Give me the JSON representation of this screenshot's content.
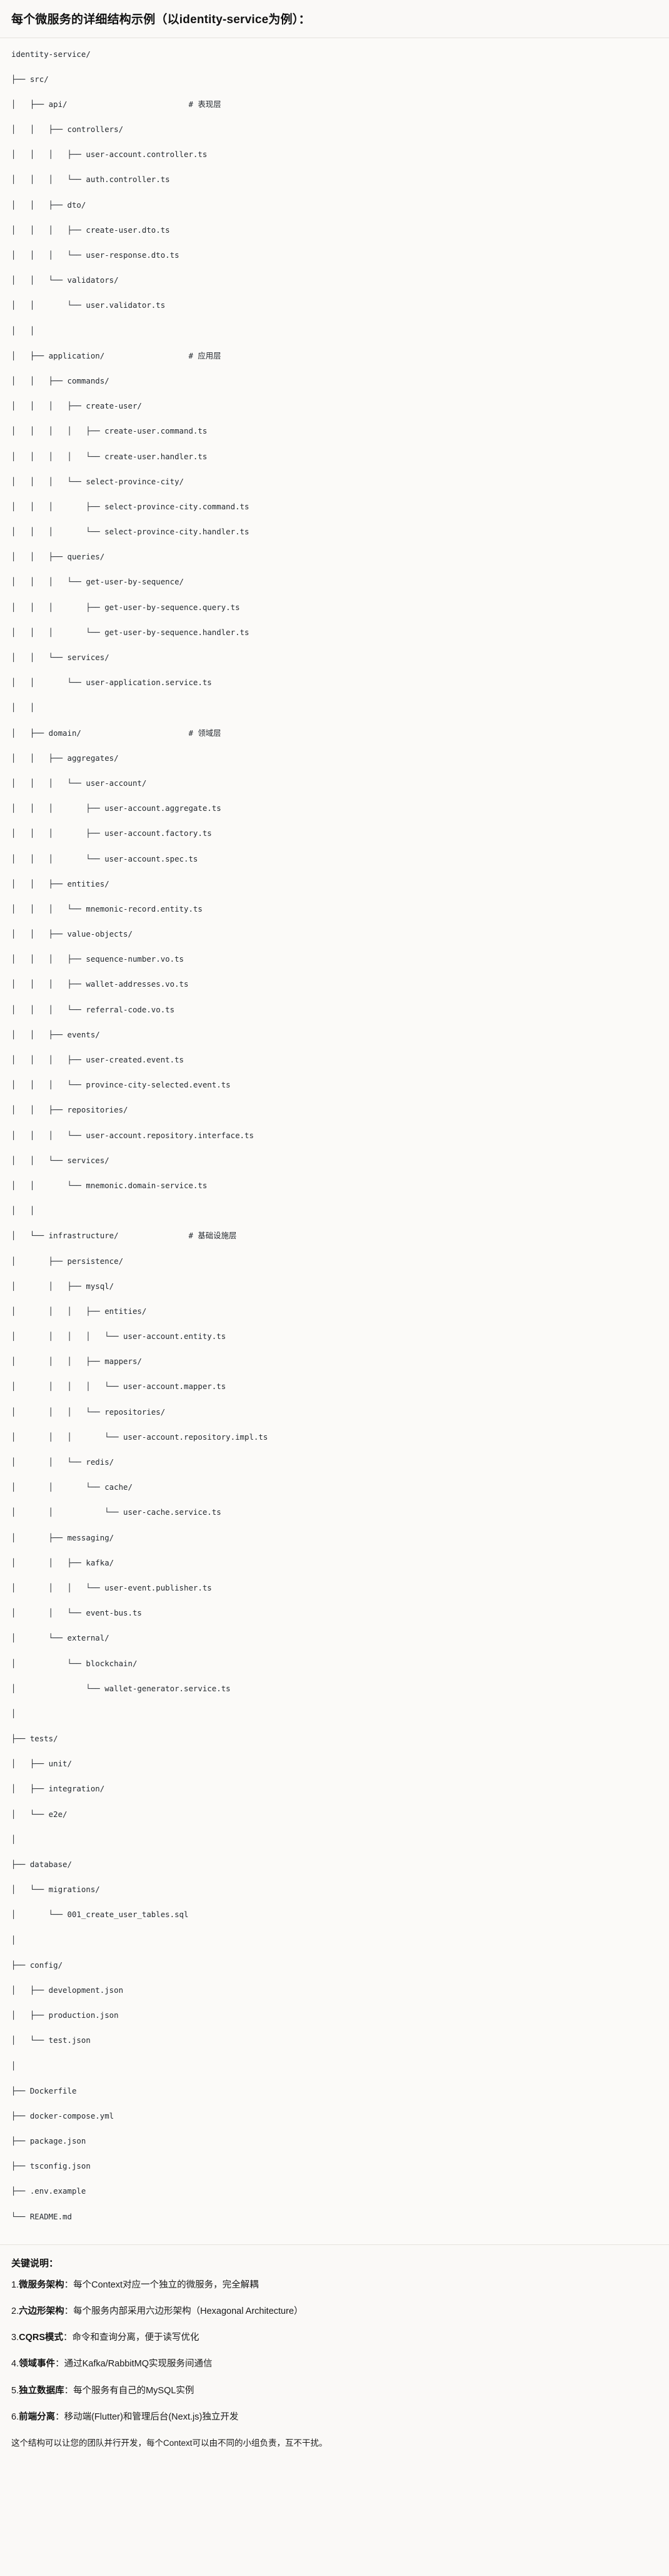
{
  "heading": "每个微服务的详细结构示例（以identity-service为例）：",
  "tree": {
    "lines": [
      {
        "text": "identity-service/",
        "comment": ""
      },
      {
        "text": "├── src/",
        "comment": ""
      },
      {
        "text": "│   ├── api/",
        "comment": "# 表现层"
      },
      {
        "text": "│   │   ├── controllers/",
        "comment": ""
      },
      {
        "text": "│   │   │   ├── user-account.controller.ts",
        "comment": ""
      },
      {
        "text": "│   │   │   └── auth.controller.ts",
        "comment": ""
      },
      {
        "text": "│   │   ├── dto/",
        "comment": ""
      },
      {
        "text": "│   │   │   ├── create-user.dto.ts",
        "comment": ""
      },
      {
        "text": "│   │   │   └── user-response.dto.ts",
        "comment": ""
      },
      {
        "text": "│   │   └── validators/",
        "comment": ""
      },
      {
        "text": "│   │       └── user.validator.ts",
        "comment": ""
      },
      {
        "text": "│   │",
        "comment": ""
      },
      {
        "text": "│   ├── application/",
        "comment": "# 应用层"
      },
      {
        "text": "│   │   ├── commands/",
        "comment": ""
      },
      {
        "text": "│   │   │   ├── create-user/",
        "comment": ""
      },
      {
        "text": "│   │   │   │   ├── create-user.command.ts",
        "comment": ""
      },
      {
        "text": "│   │   │   │   └── create-user.handler.ts",
        "comment": ""
      },
      {
        "text": "│   │   │   └── select-province-city/",
        "comment": ""
      },
      {
        "text": "│   │   │       ├── select-province-city.command.ts",
        "comment": ""
      },
      {
        "text": "│   │   │       └── select-province-city.handler.ts",
        "comment": ""
      },
      {
        "text": "│   │   ├── queries/",
        "comment": ""
      },
      {
        "text": "│   │   │   └── get-user-by-sequence/",
        "comment": ""
      },
      {
        "text": "│   │   │       ├── get-user-by-sequence.query.ts",
        "comment": ""
      },
      {
        "text": "│   │   │       └── get-user-by-sequence.handler.ts",
        "comment": ""
      },
      {
        "text": "│   │   └── services/",
        "comment": ""
      },
      {
        "text": "│   │       └── user-application.service.ts",
        "comment": ""
      },
      {
        "text": "│   │",
        "comment": ""
      },
      {
        "text": "│   ├── domain/",
        "comment": "# 领域层"
      },
      {
        "text": "│   │   ├── aggregates/",
        "comment": ""
      },
      {
        "text": "│   │   │   └── user-account/",
        "comment": ""
      },
      {
        "text": "│   │   │       ├── user-account.aggregate.ts",
        "comment": ""
      },
      {
        "text": "│   │   │       ├── user-account.factory.ts",
        "comment": ""
      },
      {
        "text": "│   │   │       └── user-account.spec.ts",
        "comment": ""
      },
      {
        "text": "│   │   ├── entities/",
        "comment": ""
      },
      {
        "text": "│   │   │   └── mnemonic-record.entity.ts",
        "comment": ""
      },
      {
        "text": "│   │   ├── value-objects/",
        "comment": ""
      },
      {
        "text": "│   │   │   ├── sequence-number.vo.ts",
        "comment": ""
      },
      {
        "text": "│   │   │   ├── wallet-addresses.vo.ts",
        "comment": ""
      },
      {
        "text": "│   │   │   └── referral-code.vo.ts",
        "comment": ""
      },
      {
        "text": "│   │   ├── events/",
        "comment": ""
      },
      {
        "text": "│   │   │   ├── user-created.event.ts",
        "comment": ""
      },
      {
        "text": "│   │   │   └── province-city-selected.event.ts",
        "comment": ""
      },
      {
        "text": "│   │   ├── repositories/",
        "comment": ""
      },
      {
        "text": "│   │   │   └── user-account.repository.interface.ts",
        "comment": ""
      },
      {
        "text": "│   │   └── services/",
        "comment": ""
      },
      {
        "text": "│   │       └── mnemonic.domain-service.ts",
        "comment": ""
      },
      {
        "text": "│   │",
        "comment": ""
      },
      {
        "text": "│   └── infrastructure/",
        "comment": "# 基础设施层"
      },
      {
        "text": "│       ├── persistence/",
        "comment": ""
      },
      {
        "text": "│       │   ├── mysql/",
        "comment": ""
      },
      {
        "text": "│       │   │   ├── entities/",
        "comment": ""
      },
      {
        "text": "│       │   │   │   └── user-account.entity.ts",
        "comment": ""
      },
      {
        "text": "│       │   │   ├── mappers/",
        "comment": ""
      },
      {
        "text": "│       │   │   │   └── user-account.mapper.ts",
        "comment": ""
      },
      {
        "text": "│       │   │   └── repositories/",
        "comment": ""
      },
      {
        "text": "│       │   │       └── user-account.repository.impl.ts",
        "comment": ""
      },
      {
        "text": "│       │   └── redis/",
        "comment": ""
      },
      {
        "text": "│       │       └── cache/",
        "comment": ""
      },
      {
        "text": "│       │           └── user-cache.service.ts",
        "comment": ""
      },
      {
        "text": "│       ├── messaging/",
        "comment": ""
      },
      {
        "text": "│       │   ├── kafka/",
        "comment": ""
      },
      {
        "text": "│       │   │   └── user-event.publisher.ts",
        "comment": ""
      },
      {
        "text": "│       │   └── event-bus.ts",
        "comment": ""
      },
      {
        "text": "│       └── external/",
        "comment": ""
      },
      {
        "text": "│           └── blockchain/",
        "comment": ""
      },
      {
        "text": "│               └── wallet-generator.service.ts",
        "comment": ""
      },
      {
        "text": "│",
        "comment": ""
      },
      {
        "text": "├── tests/",
        "comment": ""
      },
      {
        "text": "│   ├── unit/",
        "comment": ""
      },
      {
        "text": "│   ├── integration/",
        "comment": ""
      },
      {
        "text": "│   └── e2e/",
        "comment": ""
      },
      {
        "text": "│",
        "comment": ""
      },
      {
        "text": "├── database/",
        "comment": ""
      },
      {
        "text": "│   └── migrations/",
        "comment": ""
      },
      {
        "text": "│       └── 001_create_user_tables.sql",
        "comment": ""
      },
      {
        "text": "│",
        "comment": ""
      },
      {
        "text": "├── config/",
        "comment": ""
      },
      {
        "text": "│   ├── development.json",
        "comment": ""
      },
      {
        "text": "│   ├── production.json",
        "comment": ""
      },
      {
        "text": "│   └── test.json",
        "comment": ""
      },
      {
        "text": "│",
        "comment": ""
      },
      {
        "text": "├── Dockerfile",
        "comment": ""
      },
      {
        "text": "├── docker-compose.yml",
        "comment": ""
      },
      {
        "text": "├── package.json",
        "comment": ""
      },
      {
        "text": "├── tsconfig.json",
        "comment": ""
      },
      {
        "text": "├── .env.example",
        "comment": ""
      },
      {
        "text": "└── README.md",
        "comment": ""
      }
    ],
    "comment_column": 38
  },
  "notes": {
    "title": "关键说明：",
    "items": [
      {
        "num": "1.",
        "term": "微服务架构",
        "sep": "：",
        "desc": "每个Context对应一个独立的微服务，完全解耦"
      },
      {
        "num": "2.",
        "term": "六边形架构",
        "sep": "：",
        "desc": "每个服务内部采用六边形架构（Hexagonal Architecture）"
      },
      {
        "num": "3.",
        "term": "CQRS模式",
        "sep": "：",
        "desc": "命令和查询分离，便于读写优化"
      },
      {
        "num": "4.",
        "term": "领域事件",
        "sep": "：",
        "desc": "通过Kafka/RabbitMQ实现服务间通信"
      },
      {
        "num": "5.",
        "term": "独立数据库",
        "sep": "：",
        "desc": "每个服务有自己的MySQL实例"
      },
      {
        "num": "6.",
        "term": "前端分离",
        "sep": "：",
        "desc": "移动端(Flutter)和管理后台(Next.js)独立开发"
      }
    ],
    "closing": "这个结构可以让您的团队并行开发，每个Context可以由不同的小组负责，互不干扰。"
  }
}
